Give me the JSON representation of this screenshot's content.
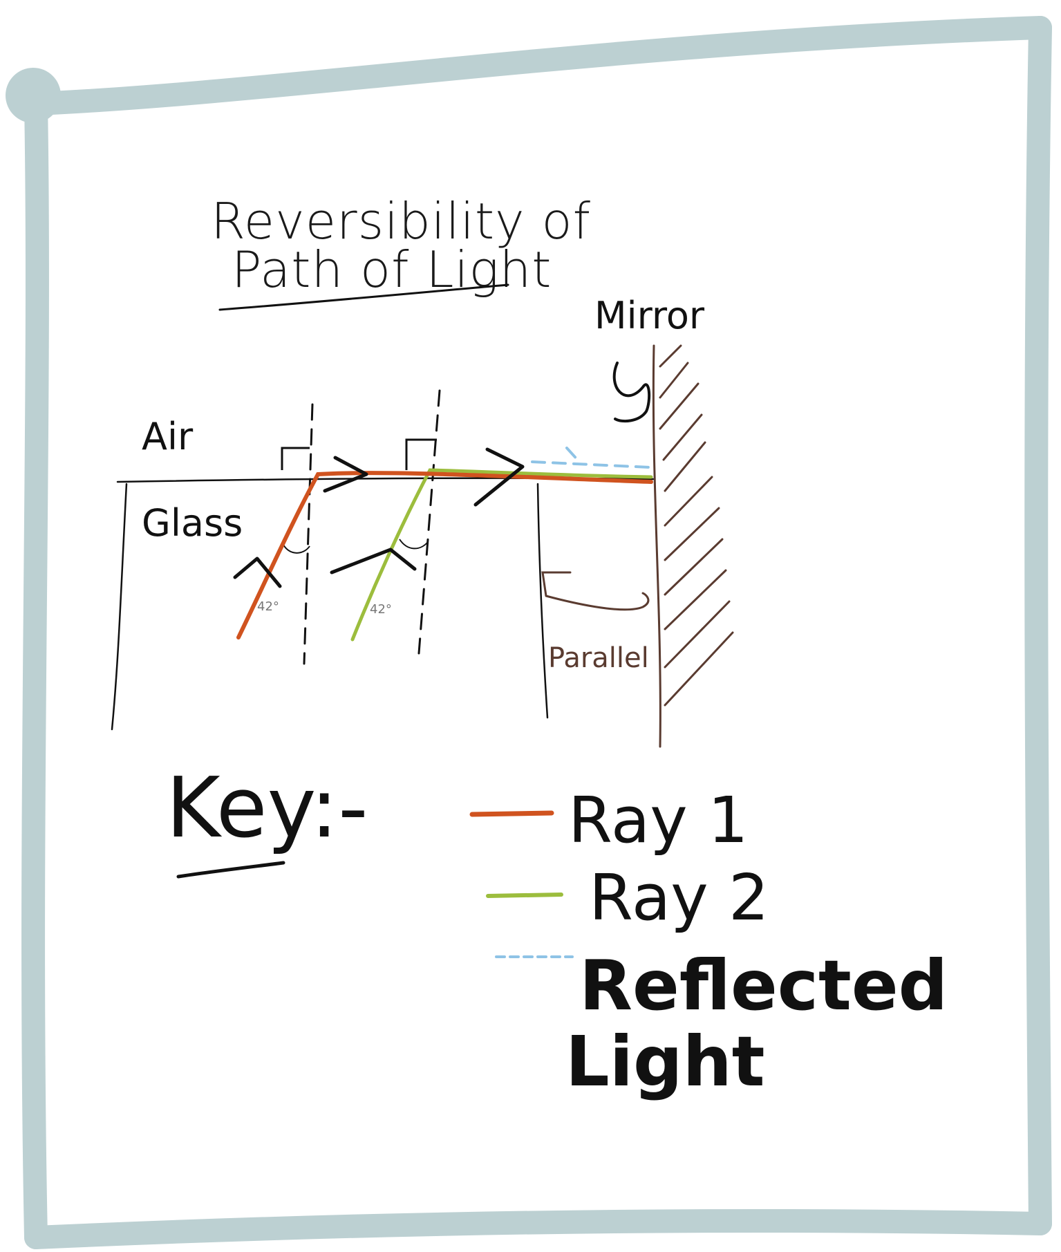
{
  "title": {
    "line1": "Reversibility of",
    "line2": "Path of Light"
  },
  "labels": {
    "mirror": "Mirror",
    "air": "Air",
    "glass": "Glass",
    "angle1": "42°",
    "angle2": "42°",
    "parallel": "Parallel"
  },
  "key": {
    "title": "Key:-",
    "items": [
      {
        "label": "Ray 1",
        "color": "#d0531f",
        "style": "solid"
      },
      {
        "label": "Ray 2",
        "color": "#9cbd3d",
        "style": "solid"
      },
      {
        "label": "Reflected Light",
        "color": "#8ec3e6",
        "style": "dashed"
      }
    ]
  },
  "colors": {
    "frame": "#bcd0d2",
    "ink": "#111111",
    "mirror": "#5a3b30",
    "ray1": "#d0531f",
    "ray2": "#9cbd3d",
    "reflected": "#8ec3e6"
  }
}
